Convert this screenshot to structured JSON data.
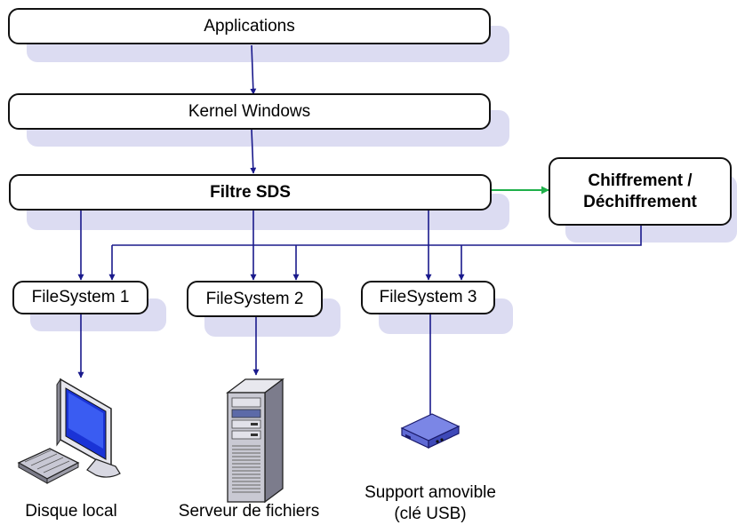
{
  "layers": {
    "applications": "Applications",
    "kernel": "Kernel Windows",
    "filter": "Filtre SDS"
  },
  "crypto": {
    "line1": "Chiffrement /",
    "line2": "Déchiffrement"
  },
  "filesystems": {
    "fs1": "FileSystem 1",
    "fs2": "FileSystem 2",
    "fs3": "FileSystem 3"
  },
  "devices": {
    "local_disk": "Disque local",
    "file_server": "Serveur de fichiers",
    "removable_line1": "Support amovible",
    "removable_line2": "(clé USB)"
  },
  "colors": {
    "arrow": "#1a1a8c",
    "crypto_arrow": "#1fb04a",
    "shadow": "#dcdcf2"
  }
}
